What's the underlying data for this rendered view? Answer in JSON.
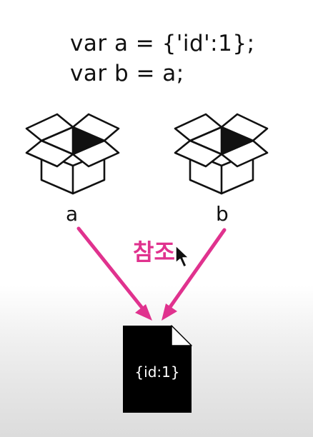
{
  "code": {
    "line1": "var a = {'id':1};",
    "line2": "var b = a;"
  },
  "labels": {
    "a": "a",
    "b": "b",
    "reference": "참조"
  },
  "document": {
    "content": "{id:1}"
  },
  "icons": {
    "box_a": "open-box-icon",
    "box_b": "open-box-icon",
    "document": "document-icon",
    "cursor": "mouse-pointer-icon"
  },
  "colors": {
    "arrow": "#e0328e",
    "reference_text": "#e0328e",
    "document_fill": "#000000",
    "text": "#111111"
  }
}
